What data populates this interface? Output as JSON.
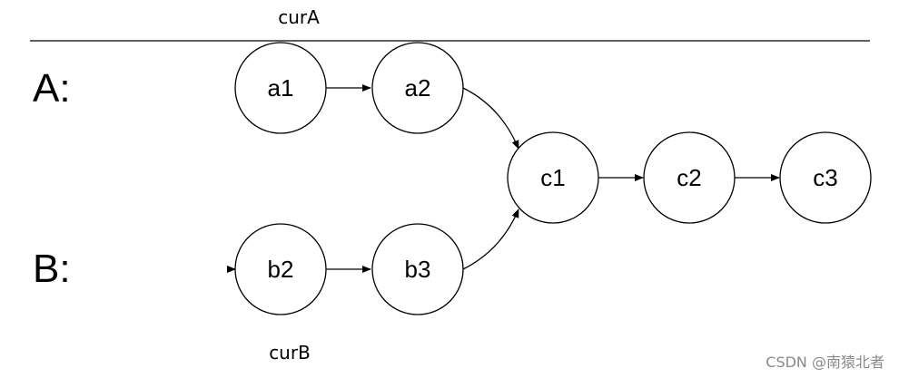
{
  "pointers": {
    "cur_a": "curA",
    "cur_b": "curB"
  },
  "rows": {
    "a": "A:",
    "b": "B:"
  },
  "nodes": {
    "a1": "a1",
    "a2": "a2",
    "b2": "b2",
    "b3": "b3",
    "c1": "c1",
    "c2": "c2",
    "c3": "c3"
  },
  "watermark": "CSDN @南猿北者"
}
